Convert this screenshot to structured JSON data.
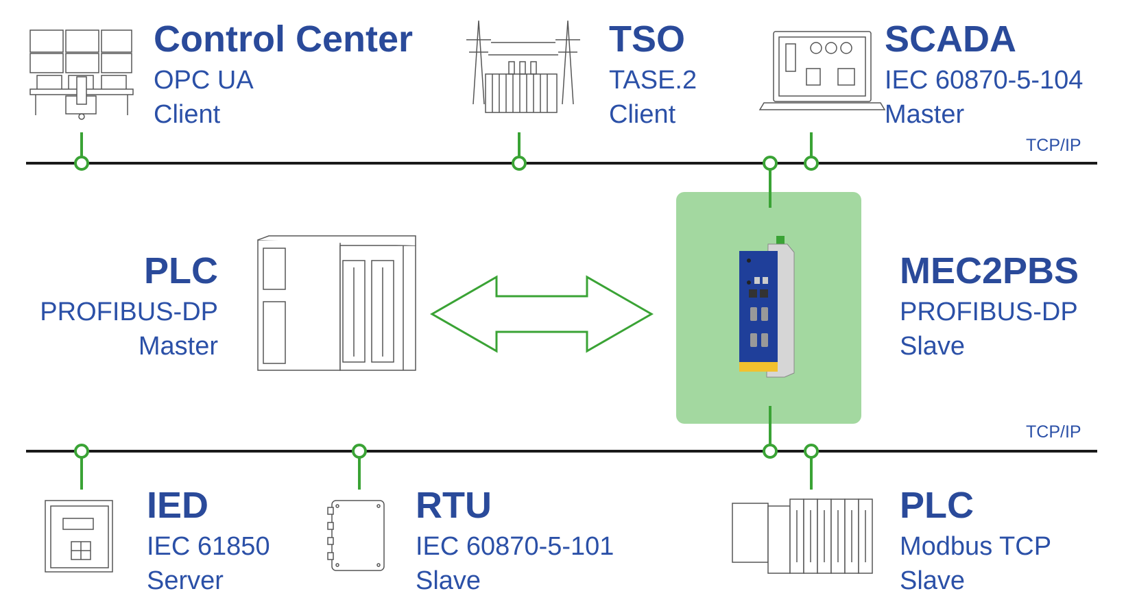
{
  "nodes": {
    "control_center": {
      "title": "Control Center",
      "line1": "OPC UA",
      "line2": "Client"
    },
    "tso": {
      "title": "TSO",
      "line1": "TASE.2",
      "line2": "Client"
    },
    "scada": {
      "title": "SCADA",
      "line1": "IEC 60870-5-104",
      "line2": "Master"
    },
    "plc_left": {
      "title": "PLC",
      "line1": "PROFIBUS-DP",
      "line2": "Master"
    },
    "mec2pbs": {
      "title": "MEC2PBS",
      "line1": "PROFIBUS-DP",
      "line2": "Slave"
    },
    "ied": {
      "title": "IED",
      "line1": "IEC 61850",
      "line2": "Server"
    },
    "rtu": {
      "title": "RTU",
      "line1": "IEC 60870-5-101",
      "line2": "Slave"
    },
    "plc_bottom": {
      "title": "PLC",
      "line1": "Modbus TCP",
      "line2": "Slave"
    }
  },
  "bus": {
    "top_label": "TCP/IP",
    "bottom_label": "TCP/IP"
  },
  "colors": {
    "text_blue": "#2a4a9a",
    "link_green": "#3aa335",
    "device_bg": "#a3d8a0",
    "bus_black": "#1a1a1a",
    "device_blue": "#1f3f9a",
    "device_yellow": "#f2c12e"
  },
  "icons": [
    "control-room-icon",
    "transmission-tower-icon",
    "laptop-scada-icon",
    "plc-rack-icon",
    "bidirectional-arrow-icon",
    "mec2pbs-device-icon",
    "ied-relay-icon",
    "rtu-box-icon",
    "plc-modular-icon"
  ]
}
